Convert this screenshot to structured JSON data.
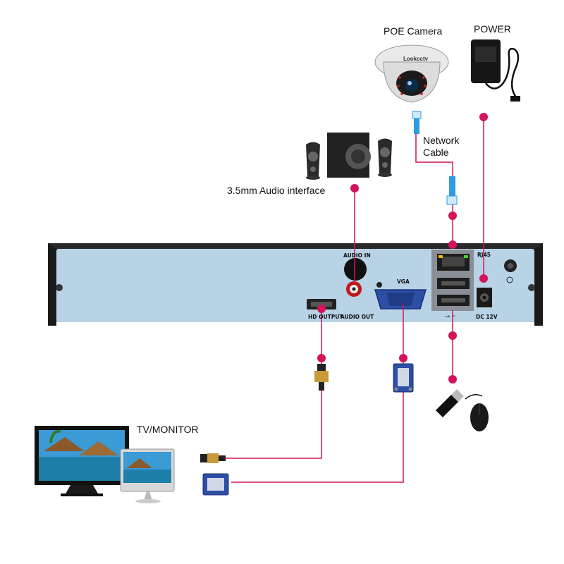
{
  "labels": {
    "poe_camera": "POE Camera",
    "power": "POWER",
    "network_cable": "Network\nCable",
    "audio_interface": "3.5mm Audio interface",
    "tv_monitor": "TV/MONITOR"
  },
  "panel_labels": {
    "audio_in": "AUDIO IN",
    "vga": "VGA",
    "rj45": "RJ45",
    "hd_output": "HD OUTPUT",
    "audio_out": "AUDIO OUT",
    "dc12v": "DC 12V"
  },
  "camera_brand": "Lookcctv",
  "colors": {
    "wire": "#d4145a",
    "panel": "#b8d2e6",
    "chassis": "#1a1a1a",
    "vga_blue": "#2d4fa3",
    "rj45_blue": "#2f9be0"
  }
}
